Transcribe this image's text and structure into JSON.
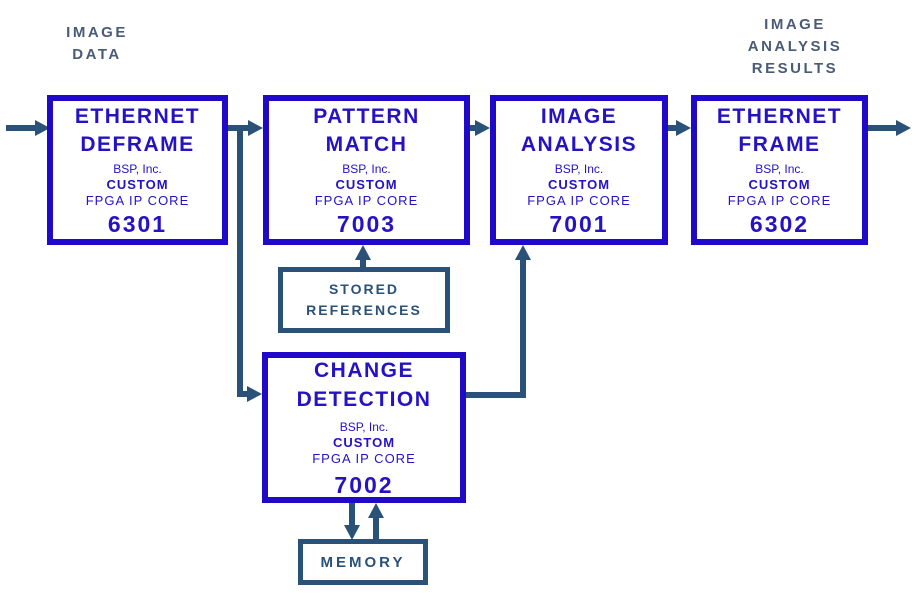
{
  "colors": {
    "box_border_blue": "#2109C8",
    "box_text_blue": "#2412C4",
    "arrow_slate": "#2A5278",
    "label_slate": "#4A5B78",
    "background": "#FFFFFF"
  },
  "labels": {
    "input": {
      "line1": "IMAGE",
      "line2": "DATA"
    },
    "output": {
      "line1": "IMAGE",
      "line2": "ANALYSIS",
      "line3": "RESULTS"
    }
  },
  "cores": [
    {
      "id": "ethernet-deframe",
      "title_lines": [
        "ETHERNET",
        "DEFRAME"
      ],
      "vendor": "BSP, Inc.",
      "custom": "CUSTOM",
      "type": "FPGA IP CORE",
      "part": "6301"
    },
    {
      "id": "pattern-match",
      "title_lines": [
        "PATTERN",
        "MATCH"
      ],
      "vendor": "BSP, Inc.",
      "custom": "CUSTOM",
      "type": "FPGA IP CORE",
      "part": "7003"
    },
    {
      "id": "image-analysis",
      "title_lines": [
        "IMAGE",
        "ANALYSIS"
      ],
      "vendor": "BSP, Inc.",
      "custom": "CUSTOM",
      "type": "FPGA IP CORE",
      "part": "7001"
    },
    {
      "id": "ethernet-frame",
      "title_lines": [
        "ETHERNET",
        "FRAME"
      ],
      "vendor": "BSP, Inc.",
      "custom": "CUSTOM",
      "type": "FPGA IP CORE",
      "part": "6302"
    },
    {
      "id": "change-detection",
      "title_lines": [
        "CHANGE",
        "DETECTION"
      ],
      "vendor": "BSP, Inc.",
      "custom": "CUSTOM",
      "type": "FPGA IP CORE",
      "part": "7002"
    }
  ],
  "support_boxes": [
    {
      "id": "stored-references",
      "line1": "STORED",
      "line2": "REFERENCES"
    },
    {
      "id": "memory",
      "line1": "MEMORY"
    }
  ],
  "connections": [
    {
      "from": "image-data-input",
      "to": "ethernet-deframe"
    },
    {
      "from": "ethernet-deframe",
      "to": "pattern-match"
    },
    {
      "from": "ethernet-deframe",
      "to": "change-detection"
    },
    {
      "from": "pattern-match",
      "to": "image-analysis"
    },
    {
      "from": "image-analysis",
      "to": "ethernet-frame"
    },
    {
      "from": "ethernet-frame",
      "to": "image-analysis-results-output"
    },
    {
      "from": "stored-references",
      "to": "pattern-match"
    },
    {
      "from": "change-detection",
      "to": "image-analysis"
    },
    {
      "from": "change-detection",
      "to": "memory"
    },
    {
      "from": "memory",
      "to": "change-detection"
    }
  ]
}
